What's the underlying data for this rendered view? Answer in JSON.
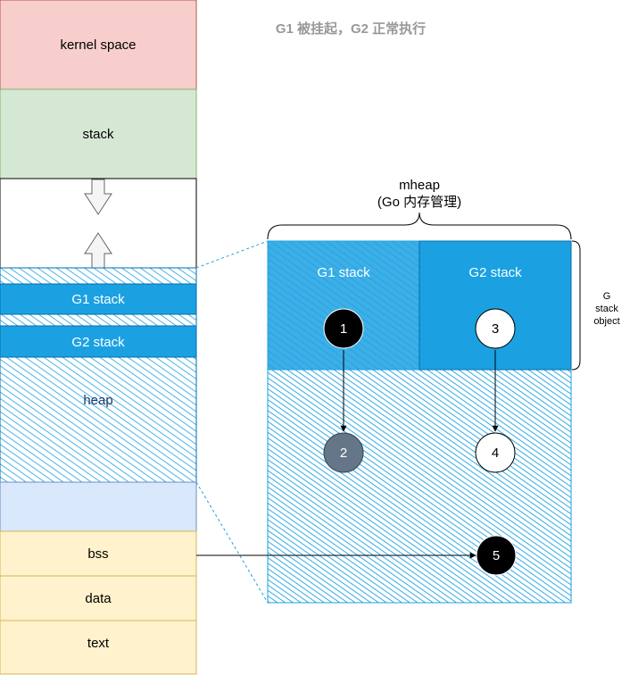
{
  "title": "G1 被挂起，G2 正常执行",
  "memory_layout": {
    "kernel_space": "kernel space",
    "stack": "stack",
    "g1_stack": "G1 stack",
    "g2_stack": "G2 stack",
    "heap": "heap",
    "bss": "bss",
    "data": "data",
    "text": "text"
  },
  "mheap": {
    "title_line1": "mheap",
    "title_line2": "(Go 内存管理)",
    "g1_stack": "G1 stack",
    "g2_stack": "G2 stack",
    "g_stack_object": [
      "G",
      "stack",
      "object"
    ]
  },
  "nodes": {
    "n1": "1",
    "n2": "2",
    "n3": "3",
    "n4": "4",
    "n5": "5"
  },
  "colors": {
    "kernel_fill": "#f8cecc",
    "kernel_stroke": "#b85450",
    "stack_fill": "#d5e8d4",
    "stack_stroke": "#82b366",
    "blue": "#1ba1e2",
    "blue_stroke": "#006eaf",
    "light_blue": "#dae8fc",
    "yellow_fill": "#fff2cc",
    "yellow_stroke": "#d6b656",
    "title_gray": "#999999",
    "gray_node": "#647687"
  }
}
